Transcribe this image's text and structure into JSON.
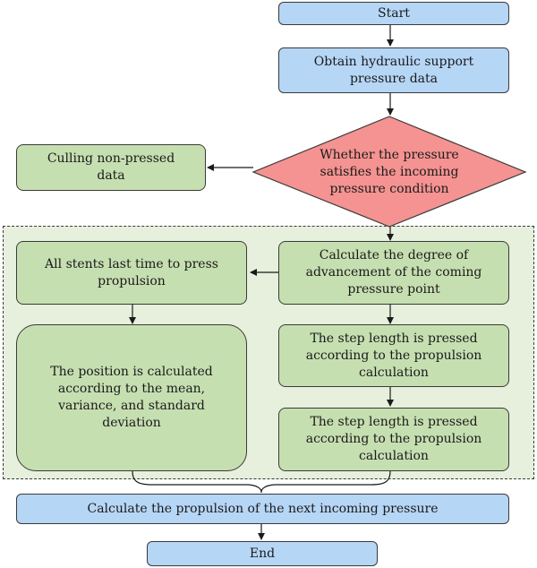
{
  "nodes": {
    "start": "Start",
    "obtain": "Obtain hydraulic support pressure data",
    "decision": "Whether the pressure satisfies the incoming pressure condition",
    "culling": "Culling non-pressed data",
    "calc_degree": "Calculate the degree of advancement of the coming pressure point",
    "all_stents": "All stents last time to press propulsion",
    "step1": "The step length is pressed according to the propulsion calculation",
    "step2": "The step length is pressed according to the propulsion calculation",
    "position": "The position is calculated according to the mean, variance, and standard deviation",
    "calc_next": "Calculate the propulsion of the next incoming pressure",
    "end": "End"
  },
  "colors": {
    "blue_fill": "#b6d6f5",
    "green_fill": "#c6dfb1",
    "decision_fill": "#f49391",
    "region_fill": "#e6f0dc"
  }
}
